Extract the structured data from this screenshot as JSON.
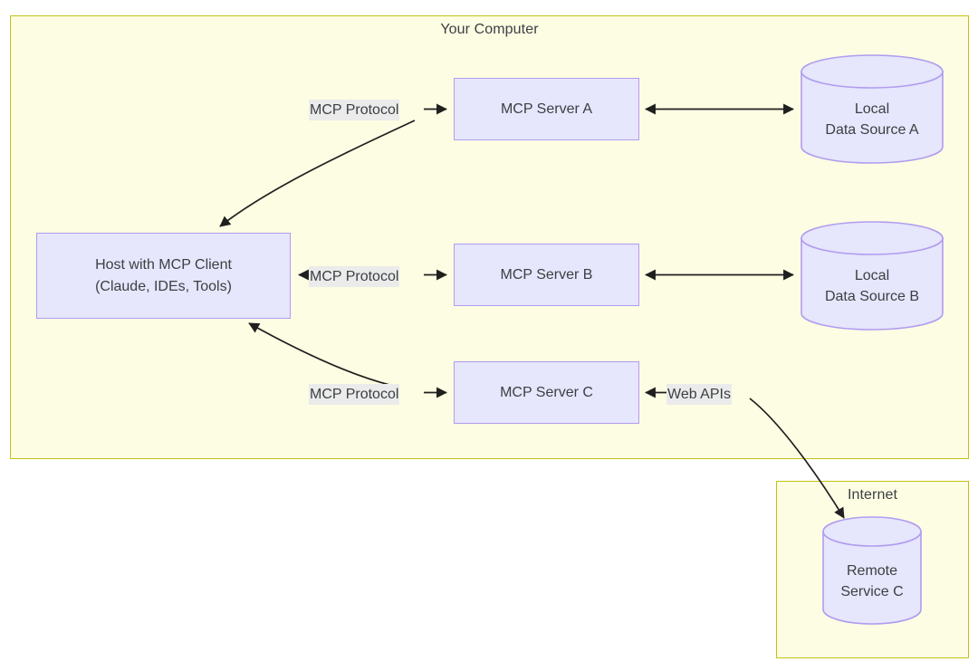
{
  "diagram": {
    "title_visible": false,
    "colors": {
      "group_fill": "#fdfde3",
      "group_stroke": "#c2c217",
      "node_fill": "#e6e6fc",
      "node_stroke": "#b09cf0",
      "edge_stroke": "#1f1f1f",
      "label_bg": "#ebebeb",
      "text": "#3c4043"
    }
  },
  "groups": [
    {
      "id": "your-computer",
      "label": "Your Computer"
    },
    {
      "id": "internet",
      "label": "Internet"
    }
  ],
  "nodes": [
    {
      "id": "host",
      "type": "box",
      "line1": "Host with MCP Client",
      "line2": "(Claude, IDEs, Tools)"
    },
    {
      "id": "server-a",
      "type": "box",
      "line1": "MCP Server A",
      "line2": ""
    },
    {
      "id": "server-b",
      "type": "box",
      "line1": "MCP Server B",
      "line2": ""
    },
    {
      "id": "server-c",
      "type": "box",
      "line1": "MCP Server C",
      "line2": ""
    },
    {
      "id": "datasource-a",
      "type": "cylinder",
      "line1": "Local",
      "line2": "Data Source A"
    },
    {
      "id": "datasource-b",
      "type": "cylinder",
      "line1": "Local",
      "line2": "Data Source B"
    },
    {
      "id": "remote-service-c",
      "type": "cylinder",
      "line1": "Remote",
      "line2": "Service C"
    }
  ],
  "edge_labels": [
    {
      "id": "mcp-protocol-a",
      "text": "MCP Protocol"
    },
    {
      "id": "mcp-protocol-b",
      "text": "MCP Protocol"
    },
    {
      "id": "mcp-protocol-c",
      "text": "MCP Protocol"
    },
    {
      "id": "web-apis",
      "text": "Web APIs"
    }
  ],
  "edges": [
    {
      "from": "host",
      "to": "server-a",
      "label": "MCP Protocol",
      "direction": "bidirectional"
    },
    {
      "from": "host",
      "to": "server-b",
      "label": "MCP Protocol",
      "direction": "bidirectional"
    },
    {
      "from": "host",
      "to": "server-c",
      "label": "MCP Protocol",
      "direction": "bidirectional"
    },
    {
      "from": "server-a",
      "to": "datasource-a",
      "label": "",
      "direction": "bidirectional"
    },
    {
      "from": "server-b",
      "to": "datasource-b",
      "label": "",
      "direction": "bidirectional"
    },
    {
      "from": "server-c",
      "to": "remote-service-c",
      "label": "Web APIs",
      "direction": "bidirectional"
    }
  ]
}
